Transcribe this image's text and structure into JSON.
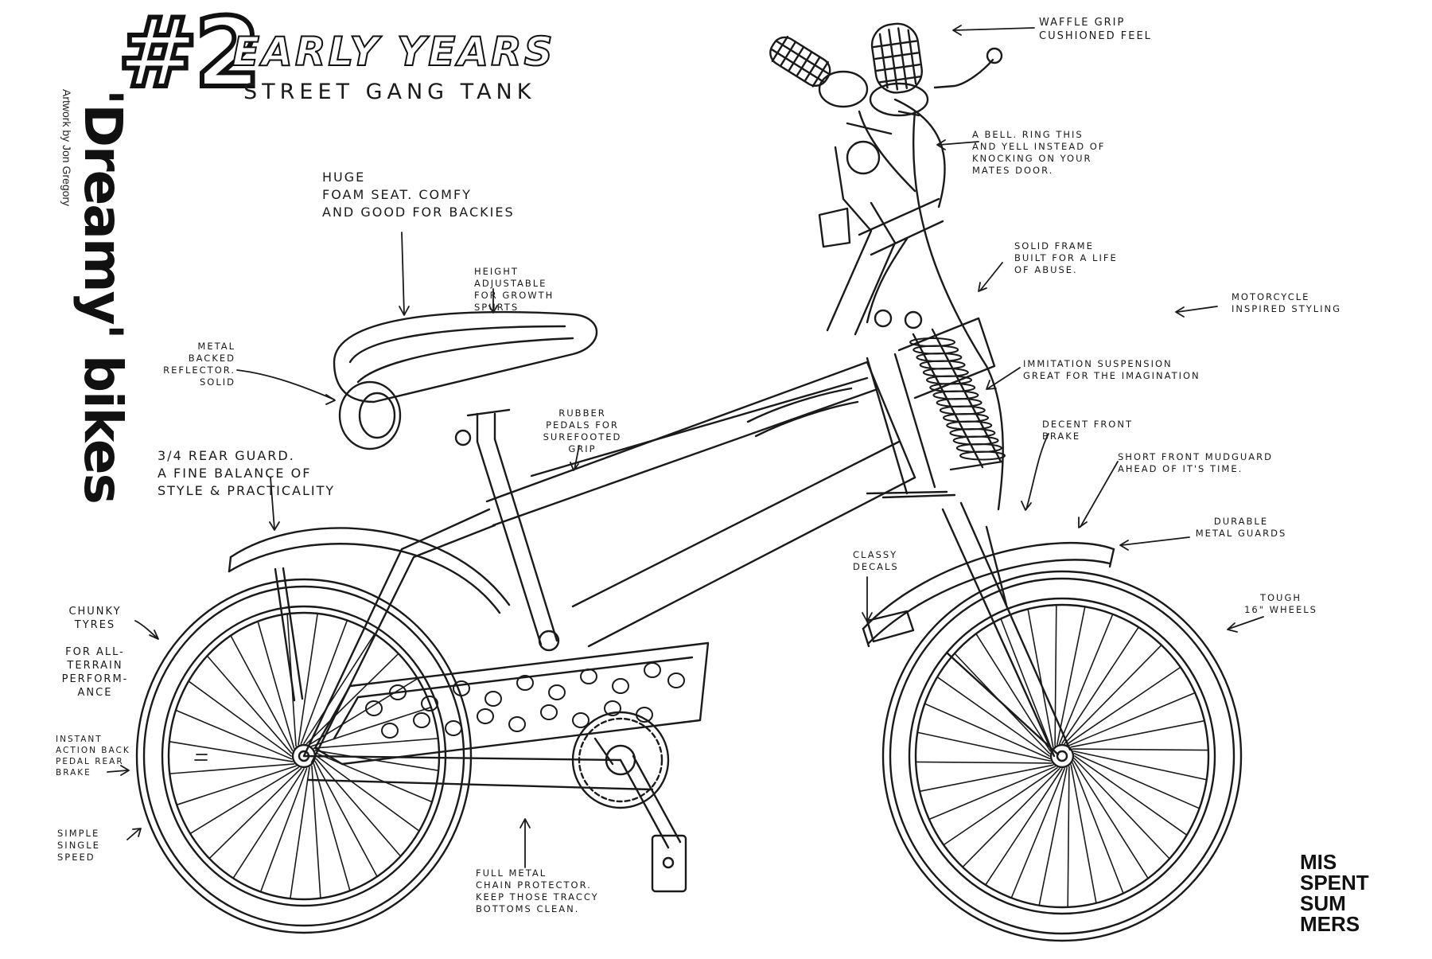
{
  "header": {
    "issue_number": "#2",
    "title": "EARLY YEARS",
    "subtitle": "STREET GANG TANK"
  },
  "brand": {
    "name": "'Dreamy' bikes",
    "credit": "Artwork by Jon Gregory"
  },
  "logo": {
    "lines": [
      "MIS",
      "SPENT",
      "SUM",
      "MERS"
    ]
  },
  "callouts": {
    "waffle_grip": "WAFFLE GRIP\nCUSHIONED FEEL",
    "bell": "A BELL. RING THIS\nAND YELL INSTEAD OF\nKNOCKING ON YOUR\nMATES DOOR.",
    "huge_seat": "HUGE\nFOAM SEAT. COMFY\nAND GOOD FOR BACKIES",
    "height_adjustable": "HEIGHT\nADJUSTABLE\nFOR GROWTH\nSPURTS",
    "solid_frame": "SOLID FRAME\nBUILT FOR A LIFE\nOF ABUSE.",
    "motorcycle_styling": "MOTORCYCLE\nINSPIRED STYLING",
    "reflector": "METAL\nBACKED\nREFLECTOR.\nSOLID",
    "imitation_suspension": "IMMITATION SUSPENSION\nGREAT FOR THE IMAGINATION",
    "rubber_pedals": "RUBBER\nPEDALS FOR\nSUREFOOTED\nGRIP",
    "front_brake": "DECENT FRONT\nBRAKE",
    "front_mudguard": "SHORT FRONT MUDGUARD\nAHEAD OF IT'S TIME.",
    "rear_guard": "3/4 REAR GUARD.\nA FINE BALANCE OF\nSTYLE & PRACTICALITY",
    "metal_guards": "DURABLE\nMETAL GUARDS",
    "decals": "CLASSY\nDECALS",
    "wheels": "TOUGH\n16\" WHEELS",
    "tyres": "CHUNKY\nTYRES\n\nFOR ALL-\nTERRAIN\nPERFORM-\nANCE",
    "back_brake": "INSTANT\nACTION BACK\nPEDAL REAR\nBRAKE",
    "single_speed": "SIMPLE\nSINGLE\nSPEED",
    "chain_protector": "FULL METAL\nCHAIN PROTECTOR.\nKEEP THOSE TRACCY\nBOTTOMS CLEAN."
  },
  "colors": {
    "ink": "#1a1a1a",
    "paper": "#ffffff"
  }
}
